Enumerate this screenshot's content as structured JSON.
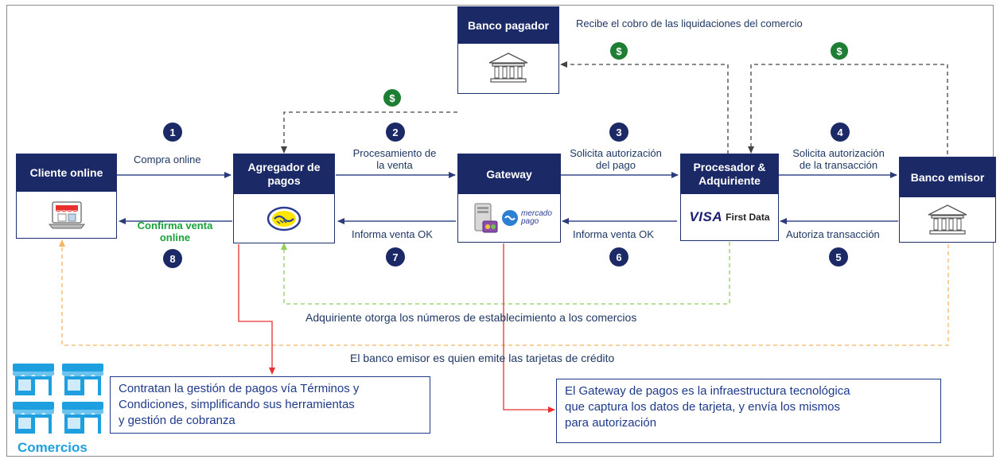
{
  "actors": {
    "cliente": {
      "title": "Cliente online"
    },
    "agregador": {
      "title": "Agregador de pagos"
    },
    "gateway": {
      "title": "Gateway",
      "logo_text": "mercado pago"
    },
    "procesador": {
      "title": "Procesador & Adquiriente",
      "brand_visa": "VISA",
      "brand_fd": "First Data"
    },
    "emisor": {
      "title": "Banco emisor"
    },
    "pagador": {
      "title": "Banco pagador"
    }
  },
  "steps": [
    {
      "num": "1",
      "label": "Compra online"
    },
    {
      "num": "2",
      "label_line1": "Procesamiento de",
      "label_line2": "la venta"
    },
    {
      "num": "3",
      "label_line1": "Solicita autorización",
      "label_line2": "del pago"
    },
    {
      "num": "4",
      "label_line1": "Solicita autorización",
      "label_line2": "de la transacción"
    },
    {
      "num": "5",
      "label": "Autoriza transacción"
    },
    {
      "num": "6",
      "label": "Informa venta OK"
    },
    {
      "num": "7",
      "label": "Informa venta OK"
    },
    {
      "num": "8",
      "label_line1": "Confirma venta",
      "label_line2": "online"
    }
  ],
  "coin_symbol": "$",
  "annotations": {
    "pagador_note": "Recibe el cobro de las liquidaciones del comercio",
    "adquiriente_note": "Adquiriente otorga los números de establecimiento a los comercios",
    "emisor_note": "El banco emisor es quien emite las tarjetas de crédito"
  },
  "notes": {
    "comercios": [
      "Contratan la gestión de pagos vía Términos y",
      "Condiciones, simplificando sus herramientas",
      "y gestión de cobranza"
    ],
    "gateway": [
      "El Gateway de pagos es la infraestructura tecnológica",
      "que captura los datos de tarjeta, y envía los mismos",
      "para autorización"
    ]
  },
  "comercios_label": "Comercios",
  "colors": {
    "navy": "#1b2a66",
    "arrow": "#3a4a8a",
    "green_dash": "#8fce5b",
    "orange_dash": "#f5b562",
    "red": "#e8312f",
    "coin": "#1e7e34",
    "store_blue": "#1ea0e0"
  }
}
